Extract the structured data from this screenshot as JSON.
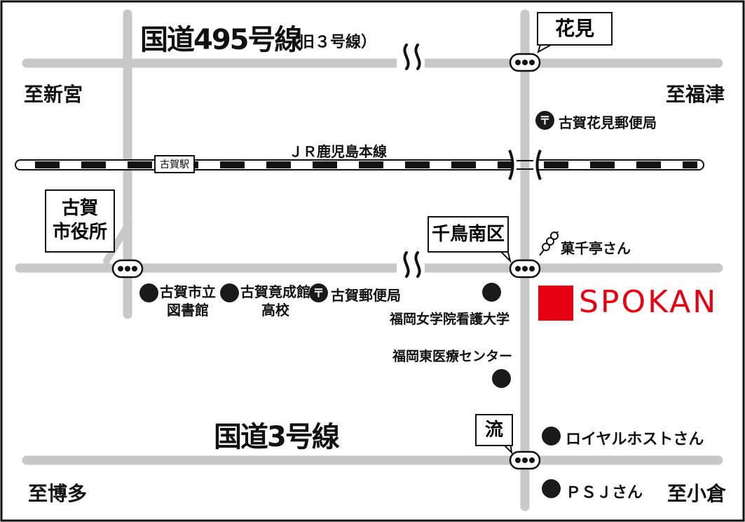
{
  "roads": {
    "route495": "国道495号線",
    "route495_note": "（旧３号線）",
    "route3": "国道3号線",
    "railway": "ＪＲ鹿児島本線"
  },
  "directions": {
    "shingu": "至新宮",
    "fukutsu": "至福津",
    "hakata": "至博多",
    "kokura": "至小倉"
  },
  "station": "古賀駅",
  "intersections": {
    "hanami": "花見",
    "chidori_minami": "千鳥南区",
    "nagare": "流"
  },
  "city_hall": {
    "line1": "古賀",
    "line2": "市役所"
  },
  "landmarks": {
    "hanami_post_office": "古賀花見郵便局",
    "kashi_tei": "菓千亭さん",
    "library_line1": "古賀市立",
    "library_line2": "図書館",
    "high_school_line1": "古賀竟成館",
    "high_school_line2": "高校",
    "post_office": "古賀郵便局",
    "nursing_univ": "福岡女学院看護大学",
    "medical_center": "福岡東医療センター",
    "royal_host": "ロイヤルホストさん",
    "psj": "ＰＳＪさん"
  },
  "post_symbol": "〒",
  "brand": {
    "name": "SPOKAN",
    "color": "#e60012"
  },
  "colors": {
    "road": "#c8c8c8",
    "ink": "#111111"
  }
}
